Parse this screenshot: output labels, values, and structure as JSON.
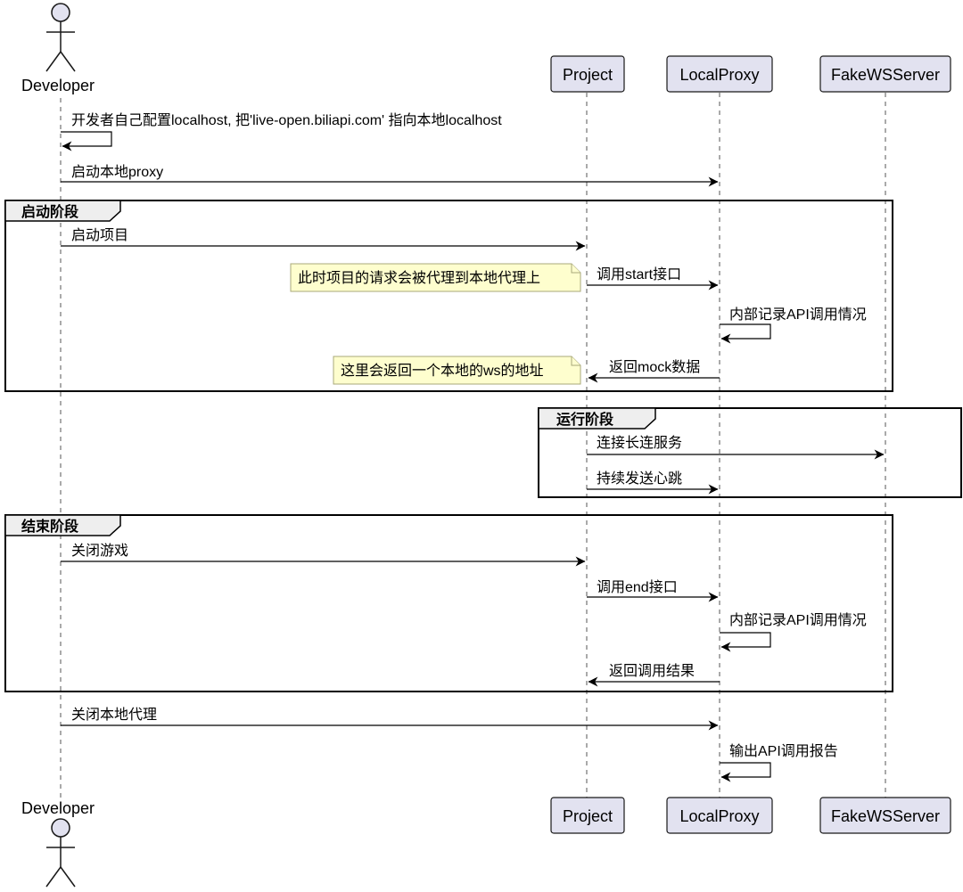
{
  "participants": {
    "developer": "Developer",
    "project": "Project",
    "localproxy": "LocalProxy",
    "fakews": "FakeWSServer"
  },
  "groups": {
    "startup": "启动阶段",
    "running": "运行阶段",
    "ending": "结束阶段"
  },
  "messages": {
    "config_hosts": "开发者自己配置localhost, 把'live-open.biliapi.com' 指向本地localhost",
    "start_proxy": "启动本地proxy",
    "start_project": "启动项目",
    "call_start": "调用start接口",
    "record_api_1": "内部记录API调用情况",
    "return_mock": "返回mock数据",
    "connect_long": "连接长连服务",
    "heartbeat": "持续发送心跳",
    "close_game": "关闭游戏",
    "call_end": "调用end接口",
    "record_api_2": "内部记录API调用情况",
    "return_result": "返回调用结果",
    "close_proxy": "关闭本地代理",
    "output_report": "输出API调用报告"
  },
  "notes": {
    "proxy_note": "此时项目的请求会被代理到本地代理上",
    "ws_note": "这里会返回一个本地的ws的地址"
  },
  "colors": {
    "participant_fill": "#e2e2f0",
    "note_fill": "#fefece",
    "group_tab_fill": "#eeeeee"
  }
}
